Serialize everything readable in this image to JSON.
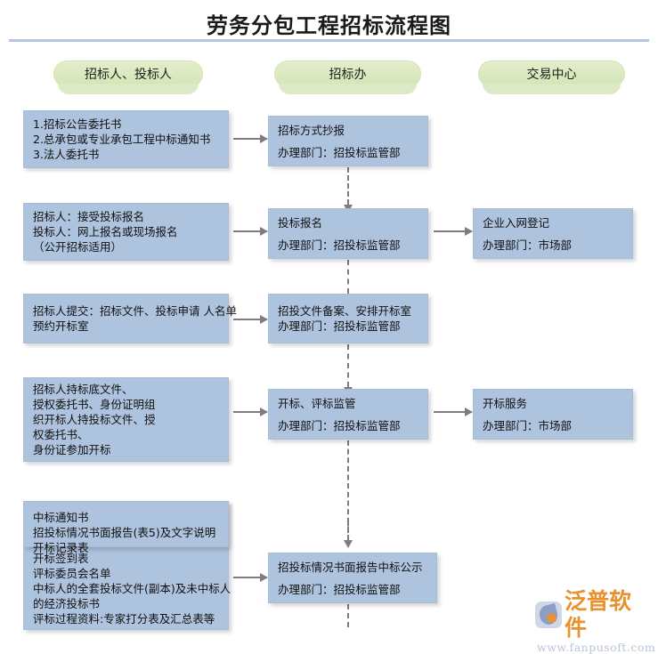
{
  "page": {
    "title": "劳务分包工程招标流程图"
  },
  "lanes": [
    {
      "id": "lane-bidder",
      "label": "招标人、投标人"
    },
    {
      "id": "lane-office",
      "label": "招标办"
    },
    {
      "id": "lane-center",
      "label": "交易中心"
    }
  ],
  "nodes": {
    "r1_left": {
      "lines": [
        "1.招标公告委托书",
        "2.总承包或专业承包工程中标通知书",
        "3.法人委托书"
      ]
    },
    "r1_mid": {
      "lines": [
        "招标方式抄报",
        "办理部门：招投标监管部"
      ]
    },
    "r2_left": {
      "lines": [
        "招标人：接受投标报名",
        "投标人：网上报名或现场报名",
        "（公开招标适用）"
      ]
    },
    "r2_mid": {
      "lines": [
        "投标报名",
        "办理部门：招投标监管部"
      ]
    },
    "r2_right": {
      "lines": [
        "企业入网登记",
        "办理部门：市场部"
      ]
    },
    "r3_left": {
      "lines": [
        "招标人提交：招标文件、投标申请 人名单",
        "预约开标室"
      ]
    },
    "r3_mid": {
      "lines": [
        "招投文件备案、安排开标室",
        "办理部门：招投标监管部"
      ]
    },
    "r4_left": {
      "lines": [
        "招标人持标底文件、",
        "授权委托书、身份证明组",
        "织开标人持投标文件、授",
        "权委托书、",
        "身份证参加开标"
      ]
    },
    "r4_mid": {
      "lines": [
        "开标、评标监管",
        "办理部门：招投标监管部"
      ]
    },
    "r4_right": {
      "lines": [
        "开标服务",
        "办理部门：市场部"
      ]
    },
    "r5_left_back": {
      "lines": [
        "中标通知书",
        "招投标情况书面报告(表5)及文字说明",
        "开标记录表",
        "开标签到表",
        "评标委员会名单",
        "中标人的全套投标文件(副本)及未中标人",
        "的经济投标书",
        "评标过程资料:专家打分表及汇总表等"
      ]
    },
    "r5_left_front": {
      "lines": [
        "中标通知书",
        "招投标情况书面报告(表5)及文字说明",
        "开标记录表"
      ]
    },
    "r5_mid": {
      "lines": [
        "招投标情况书面报告中标公示",
        "办理部门：招投标监管部"
      ]
    }
  },
  "watermark": {
    "brand": "泛普软件",
    "url": "www.fanpusoft.com"
  },
  "colors": {
    "node_fill": "#aec3de",
    "lane_fill": "#dae9bf",
    "divider": "#b3c6dd",
    "connector": "#7d7d7d",
    "brand_orange": "#e8922f"
  }
}
